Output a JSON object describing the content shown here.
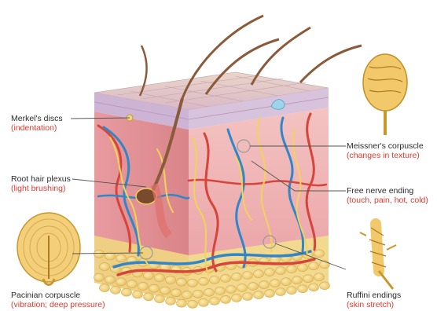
{
  "colors": {
    "label_text": "#2b2b2b",
    "sense_text": "#e03a2f",
    "leader_line": "#555555",
    "epidermis": "#d9c2d8",
    "dermis": "#f0b7b8",
    "fat": "#f3d58a",
    "artery": "#d6443a",
    "vein": "#2f86c9",
    "nerve": "#f2d35a",
    "hair": "#8a5a3a"
  },
  "receptors": [
    {
      "name": "Merkel's discs",
      "sense": "(indentation)",
      "side": "left"
    },
    {
      "name": "Root hair plexus",
      "sense": "(light brushing)",
      "side": "left"
    },
    {
      "name": "Pacinian corpuscle",
      "sense": "(vibration; deep pressure)",
      "side": "left"
    },
    {
      "name": "Meissner's corpuscle",
      "sense": "(changes in texture)",
      "side": "right"
    },
    {
      "name": "Free nerve ending",
      "sense": "(touch, pain, hot, cold)",
      "side": "right"
    },
    {
      "name": "Ruffini endings",
      "sense": "(skin stretch)",
      "side": "right"
    }
  ]
}
